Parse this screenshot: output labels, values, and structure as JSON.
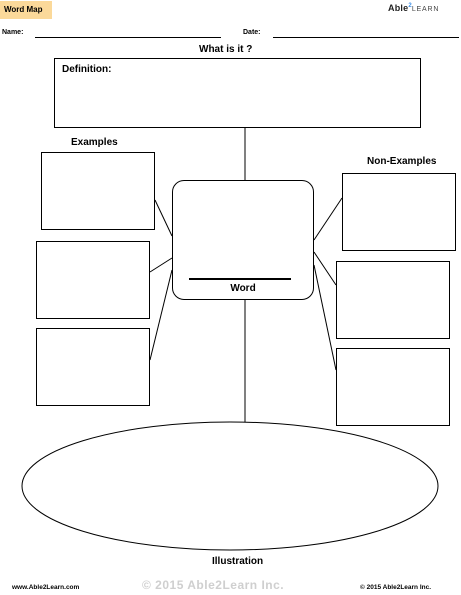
{
  "header": {
    "tag": "Word Map",
    "logo_main": "Able",
    "logo_sup": "2",
    "logo_sub": "LEARN",
    "name_label": "Name:",
    "date_label": "Date:"
  },
  "map": {
    "question": "What is it ?",
    "definition_label": "Definition:",
    "examples_label": "Examples",
    "non_examples_label": "Non-Examples",
    "word_label": "Word",
    "illustration_label": "Illustration"
  },
  "footer": {
    "website": "www.Able2Learn.com",
    "watermark": "© 2015 Able2Learn Inc.",
    "copyright": "© 2015 Able2Learn Inc."
  }
}
